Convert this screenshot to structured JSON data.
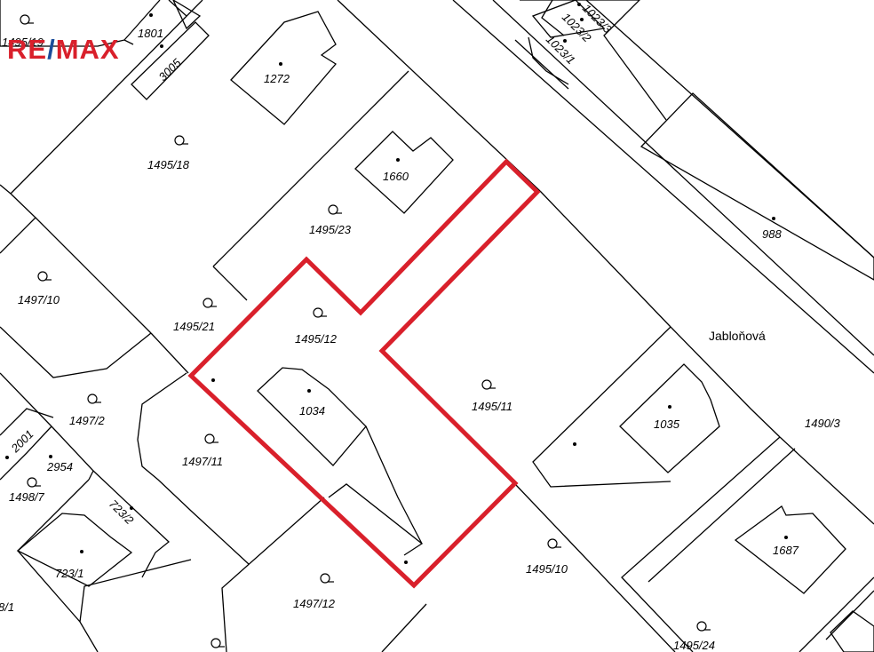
{
  "logo": {
    "part1": "RE",
    "slash": "/",
    "part2": "MAX",
    "colors": {
      "red": "#d9202b",
      "blue": "#1b4d9b"
    }
  },
  "highlight_color": "#d9202b",
  "street": "Jabloňová",
  "labels": [
    "1495/19",
    "1801",
    "3005",
    "1272",
    "1495/18",
    "1660",
    "1495/23",
    "1497/10",
    "1495/21",
    "1495/12",
    "1495/11",
    "1034",
    "1497/2",
    "1497/11",
    "2001",
    "2954",
    "1498/7",
    "723/2",
    "723/1",
    "1497/12",
    "1495/10",
    "1035",
    "1490/3",
    "988",
    "1687",
    "1495/24",
    "1023/3",
    "1023/2",
    "1023/1",
    "8/1"
  ]
}
